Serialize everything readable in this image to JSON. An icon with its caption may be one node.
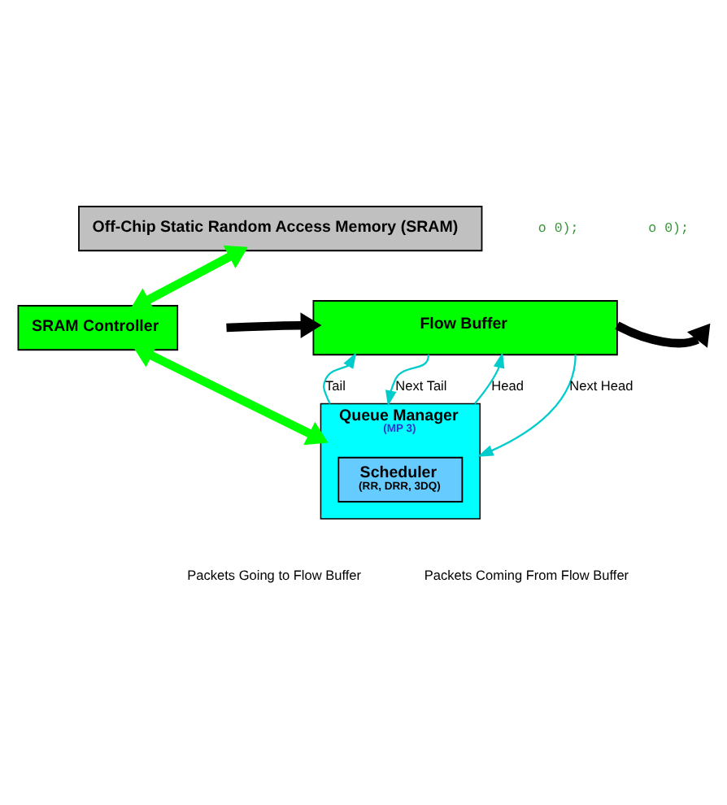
{
  "diagram": {
    "nodes": [
      {
        "text": [
          "Off-Chip Static Random Access Memory (SRAM)"
        ]
      },
      {
        "text": [
          "SRAM Controller"
        ]
      },
      {
        "text": [
          "Flow Buffer"
        ]
      },
      {
        "text": [
          "Queue Manager",
          "(MP 3)"
        ]
      },
      {
        "text": [
          "Scheduler",
          "(RR, DRR, 3DQ)"
        ],
        "in": 3
      }
    ],
    "edges": [
      {
        "from": 0,
        "to": 1,
        "arrow": "both",
        "style": "thick",
        "color": "#00ff00"
      },
      {
        "from": 1,
        "to": 3,
        "arrow": "both",
        "style": "thick",
        "color": "#00ff00"
      },
      {
        "from": 2,
        "to": null,
        "arrow": "to",
        "style": "thick",
        "color": "#000000"
      },
      {
        "from": null,
        "to": 2,
        "arrow": "to",
        "style": "thick",
        "color": "#000000"
      },
      {
        "from": 3,
        "to": 2,
        "arrow": "to",
        "label": "Tail"
      },
      {
        "from": 2,
        "to": 3,
        "arrow": "to",
        "label": "Next Tail"
      },
      {
        "from": 3,
        "to": 2,
        "arrow": "to",
        "label": "Head"
      },
      {
        "from": 2,
        "to": 3,
        "arrow": "to",
        "label": "Next Head"
      }
    ],
    "labels": [
      "o 0);",
      "o 0);",
      "Packets Going to Flow Buffer",
      "Packets Coming From Flow Buffer"
    ]
  }
}
